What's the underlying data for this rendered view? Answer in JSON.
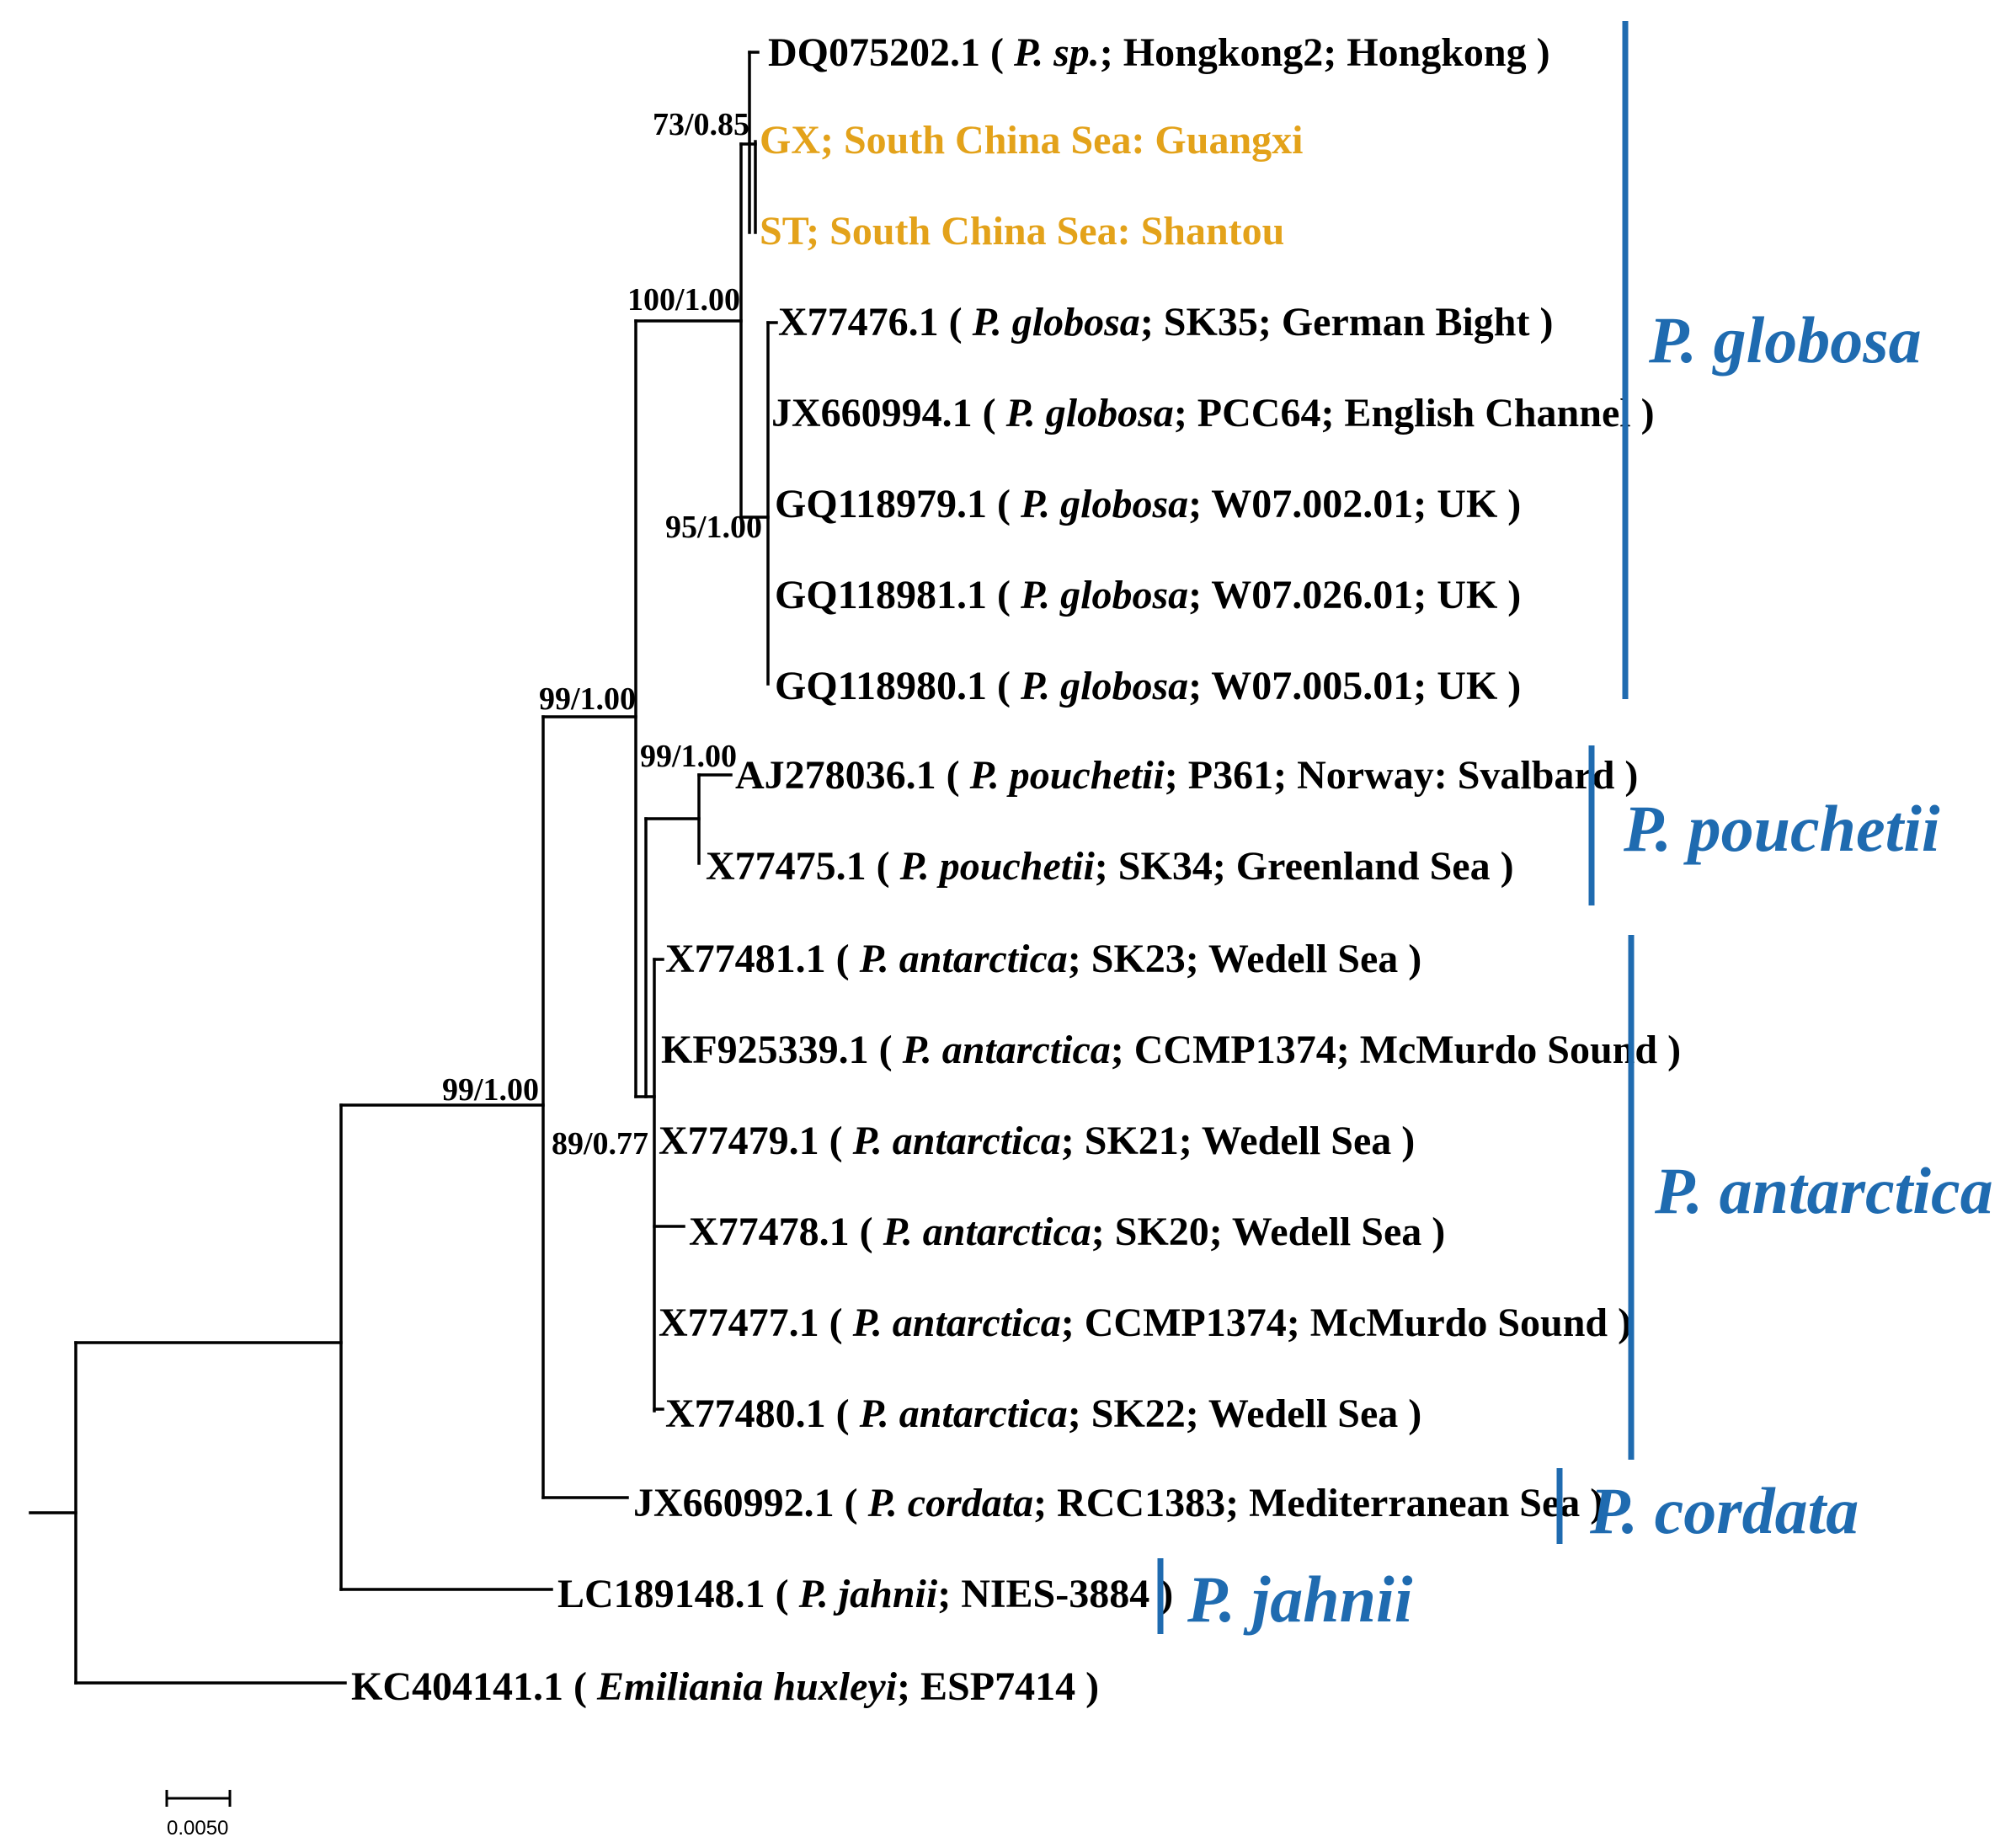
{
  "leaves": [
    {
      "pre": "DQ075202.1 ( ",
      "sp": "P. sp.",
      "post": "; Hongkong2; Hongkong )"
    },
    {
      "pre": "GX; South China Sea: Guangxi",
      "sp": "",
      "post": "",
      "highlight": true
    },
    {
      "pre": "ST; South China Sea: Shantou",
      "sp": "",
      "post": "",
      "highlight": true
    },
    {
      "pre": "X77476.1 ( ",
      "sp": "P. globosa",
      "post": "; SK35; German Bight )"
    },
    {
      "pre": "JX660994.1 ( ",
      "sp": "P. globosa",
      "post": "; PCC64; English Channel )"
    },
    {
      "pre": "GQ118979.1 ( ",
      "sp": "P. globosa",
      "post": "; W07.002.01; UK )"
    },
    {
      "pre": "GQ118981.1 ( ",
      "sp": "P. globosa",
      "post": "; W07.026.01; UK )"
    },
    {
      "pre": "GQ118980.1 ( ",
      "sp": "P. globosa",
      "post": "; W07.005.01; UK )"
    },
    {
      "pre": "AJ278036.1 ( ",
      "sp": "P. pouchetii",
      "post": "; P361; Norway: Svalbard )"
    },
    {
      "pre": "X77475.1 ( ",
      "sp": "P. pouchetii",
      "post": "; SK34; Greenland Sea )"
    },
    {
      "pre": "X77481.1 ( ",
      "sp": "P. antarctica",
      "post": "; SK23; Wedell Sea )"
    },
    {
      "pre": "KF925339.1 ( ",
      "sp": "P. antarctica",
      "post": "; CCMP1374; McMurdo Sound )"
    },
    {
      "pre": "X77479.1 ( ",
      "sp": "P. antarctica",
      "post": "; SK21; Wedell Sea )"
    },
    {
      "pre": "X77478.1 ( ",
      "sp": "P. antarctica",
      "post": "; SK20; Wedell Sea )"
    },
    {
      "pre": "X77477.1 ( ",
      "sp": "P. antarctica",
      "post": "; CCMP1374; McMurdo Sound )"
    },
    {
      "pre": "X77480.1 ( ",
      "sp": "P. antarctica",
      "post": "; SK22; Wedell Sea )"
    },
    {
      "pre": "JX660992.1 ( ",
      "sp": "P. cordata",
      "post": "; RCC1383; Mediterranean Sea )"
    },
    {
      "pre": "LC189148.1 ( ",
      "sp": "P. jahnii",
      "post": "; NIES-3884 )"
    },
    {
      "pre": "KC404141.1 ( ",
      "sp": "Emiliania huxleyi",
      "post": "; ESP7414 )"
    }
  ],
  "bootstrap": [
    "73/0.85",
    "100/1.00",
    "95/1.00",
    "99/1.00",
    "99/1.00",
    "89/0.77",
    "99/1.00"
  ],
  "clades": [
    "P. globosa",
    "P. pouchetii",
    "P. antarctica",
    "P. cordata",
    "P. jahnii"
  ],
  "scale_label": "0.0050",
  "colors": {
    "highlight": "#E3A21A",
    "clade": "#1F6BB0"
  }
}
